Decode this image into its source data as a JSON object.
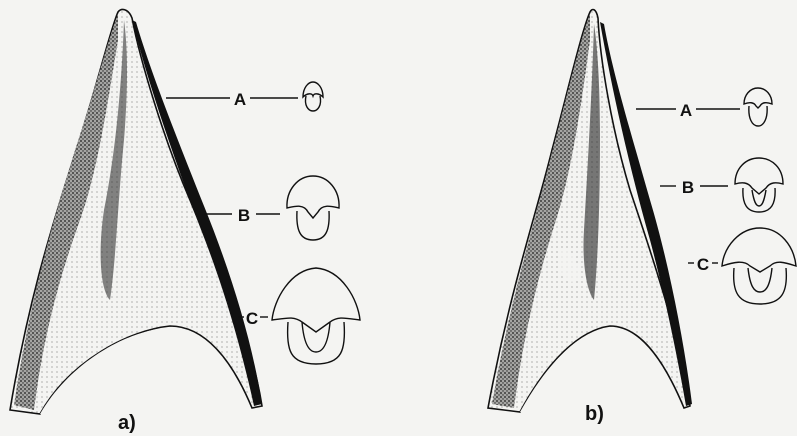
{
  "panels": [
    {
      "id": "a",
      "caption": "a)",
      "sections": [
        {
          "label": "A"
        },
        {
          "label": "B"
        },
        {
          "label": "C"
        }
      ]
    },
    {
      "id": "b",
      "caption": "b)",
      "sections": [
        {
          "label": "A"
        },
        {
          "label": "B"
        },
        {
          "label": "C"
        }
      ]
    }
  ],
  "colors": {
    "background": "#f4f4f2",
    "ink": "#111111",
    "stipple": "#3a3a3a"
  }
}
